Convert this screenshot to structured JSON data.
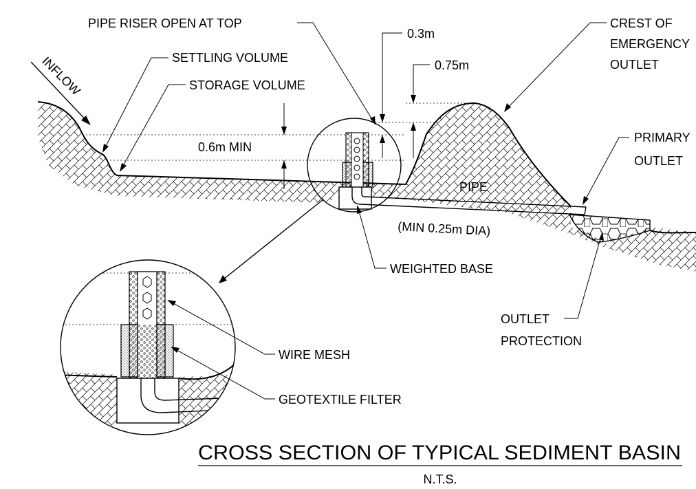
{
  "labels": {
    "pipe_riser": "PIPE RISER OPEN AT TOP",
    "settling_volume": "SETTLING VOLUME",
    "storage_volume": "STORAGE VOLUME",
    "inflow": "INFLOW",
    "dim_0_3": "0.3m",
    "dim_0_75": "0.75m",
    "dim_0_6": "0.6m MIN",
    "crest_1": "CREST OF",
    "crest_2": "EMERGENCY",
    "crest_3": "OUTLET",
    "primary_1": "PRIMARY",
    "primary_2": "OUTLET",
    "pipe": "PIPE",
    "pipe_dia": "(MIN 0.25m DIA)",
    "weighted_base": "WEIGHTED BASE",
    "outlet_prot_1": "OUTLET",
    "outlet_prot_2": "PROTECTION",
    "wire_mesh": "WIRE MESH",
    "geotextile": "GEOTEXTILE FILTER"
  },
  "title": "CROSS SECTION OF TYPICAL SEDIMENT BASIN",
  "subtitle": "N.T.S."
}
